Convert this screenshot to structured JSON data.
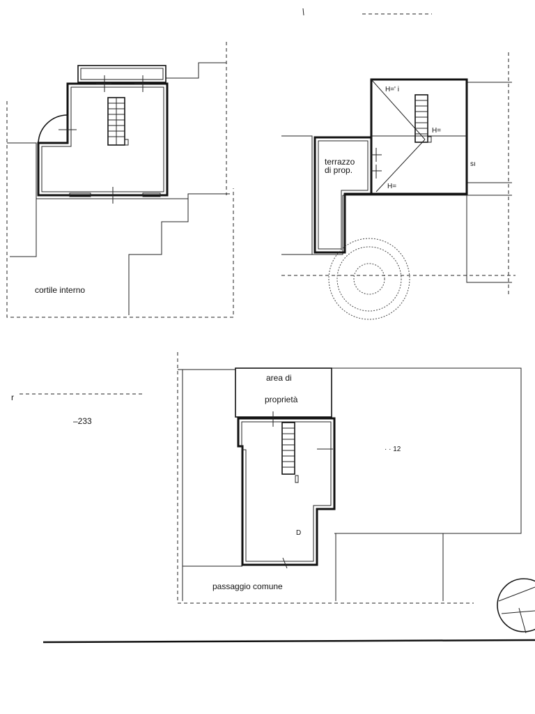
{
  "labels": {
    "cortile_interno": "cortile interno",
    "terrazzo_line1": "terrazzo",
    "terrazzo_line2": "di prop.",
    "height_marker_a": "H=' i",
    "height_marker_b": "H=",
    "height_marker_c": "H=",
    "fragment_s": "sı",
    "area_line1": "area di",
    "area_line2": "proprietà",
    "passaggio_comune": "passaggio comune",
    "fragment_233": "–233",
    "fragment_12": "· · 12",
    "fragment_r": "r",
    "fragment_d": "D"
  }
}
